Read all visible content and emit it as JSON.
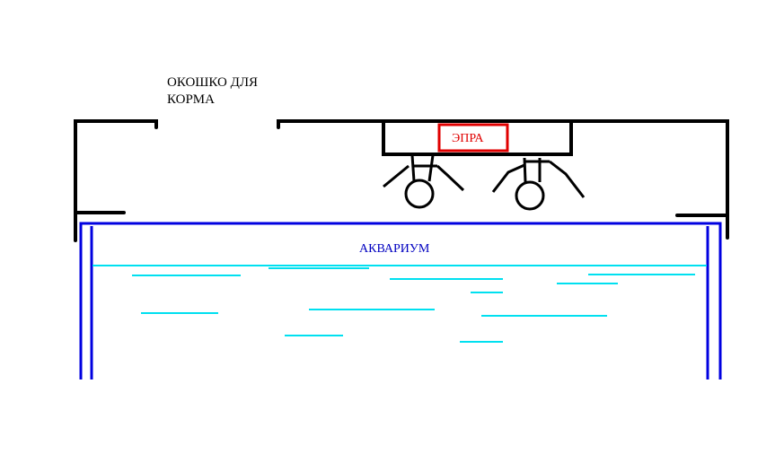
{
  "labels": {
    "feed_window_line1": "ОКОШКО ДЛЯ",
    "feed_window_line2": "КОРМА",
    "ballast": "ЭПРА",
    "aquarium": "АКВАРИУМ"
  },
  "colors": {
    "frame": "#000000",
    "ballast": "#e00000",
    "tank": "#0000e0",
    "water": "#00e0f0"
  }
}
